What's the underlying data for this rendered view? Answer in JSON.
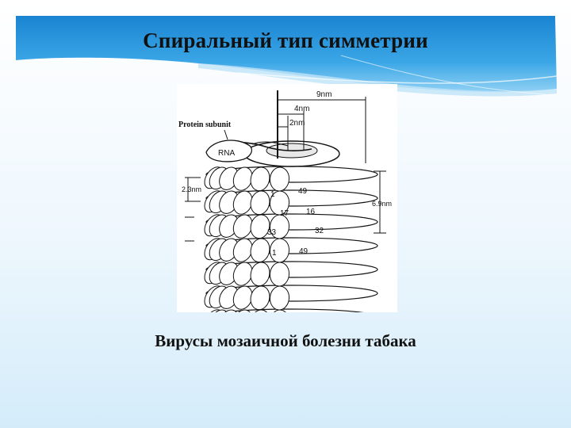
{
  "slide": {
    "title": "Спиральный тип симметрии",
    "caption": "Вирусы мозаичной болезни табака"
  },
  "diagram": {
    "label_protein": "Protein subunit",
    "label_rna": "RNA",
    "dim_9nm": "9nm",
    "dim_4nm": "4nm",
    "dim_2nm": "2nm",
    "dim_23nm": "2.3nm",
    "dim_69nm": "6.9nm",
    "subunit_numbers": [
      "1",
      "49",
      "17",
      "16",
      "33",
      "32",
      "1",
      "49"
    ]
  },
  "colors": {
    "banner_dark": "#1e8ed8",
    "banner_light": "#7cc8f2",
    "ink": "#111111"
  }
}
